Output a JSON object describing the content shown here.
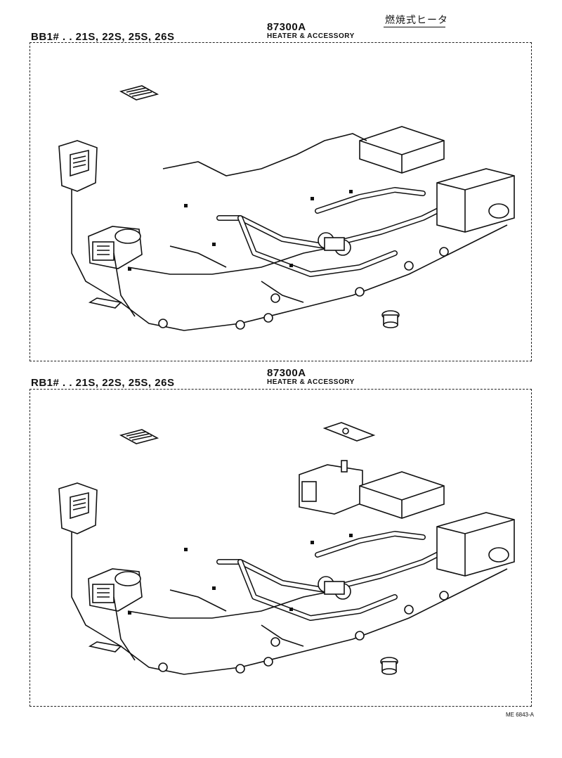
{
  "header": {
    "jp_title": "燃焼式ヒータ"
  },
  "sections": [
    {
      "model_code": "BB1# . . 21S, 22S, 25S, 26S",
      "part_code": "87300A",
      "part_title": "HEATER & ACCESSORY"
    },
    {
      "model_code": "RB1# . . 21S, 22S, 25S, 26S",
      "part_code": "87300A",
      "part_title": "HEATER & ACCESSORY"
    }
  ],
  "footer": {
    "drawing_id": "ME 6843-A"
  }
}
